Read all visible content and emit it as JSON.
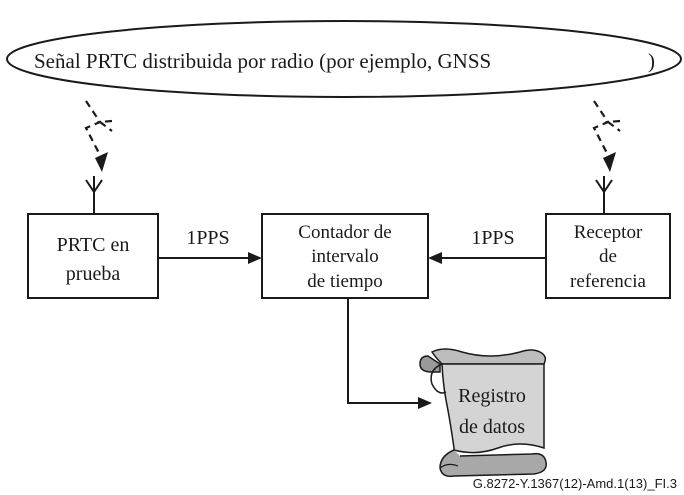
{
  "gnss_ellipse": {
    "label": "Señal PRTC distribuida por radio (por ejemplo, GNSS",
    "close_paren": ")"
  },
  "prtc_box": {
    "line1": "PRTC en",
    "line2": "prueba"
  },
  "counter_box": {
    "line1": "Contador de",
    "line2": "intervalo",
    "line3": "de tiempo"
  },
  "receiver_box": {
    "line1": "Receptor",
    "line2": "de",
    "line3": "referencia"
  },
  "left_link_label": "1PPS",
  "right_link_label": "1PPS",
  "data_log": {
    "line1": "Registro",
    "line2": "de datos"
  },
  "figure_code": "G.8272-Y.1367(12)-Amd.1(13)_FI.3"
}
